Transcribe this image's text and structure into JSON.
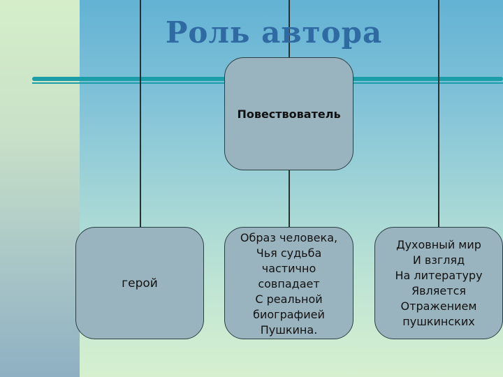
{
  "slide": {
    "title": "Роль автора"
  },
  "diagram": {
    "root": {
      "label": "Повествователь"
    },
    "children": [
      {
        "label": "герой"
      },
      {
        "label": "Образ человека,\nЧья судьба\nчастично\nсовпадает\nС реальной\nбиографией\nПушкина."
      },
      {
        "label": "Духовный мир\nИ взгляд\nНа литературу\nЯвляется\nОтражением\nпушкинских"
      }
    ],
    "colors": {
      "node_fill": "#9ab4bf",
      "node_border": "#2a3f44",
      "connector": "#2a2f2f",
      "title": "#2f6aa3",
      "rule": "#1c9ea8"
    }
  }
}
